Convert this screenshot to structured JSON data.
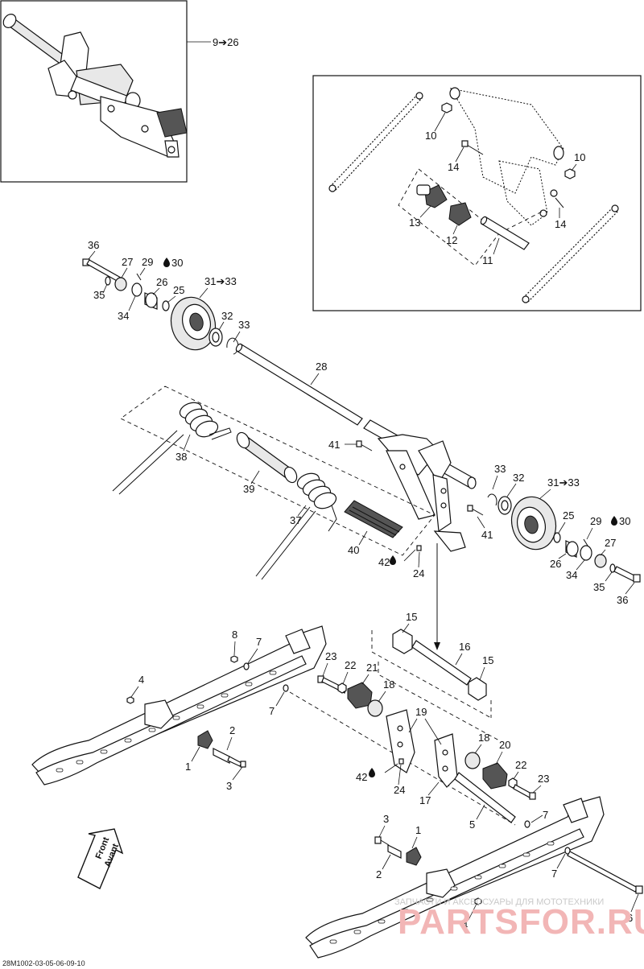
{
  "diagram": {
    "ref_code": "28M1002-03-05-06-09-10",
    "watermark_line1": "ЗАПЧАСТИ И АКСЕССУАРЫ ДЛЯ МОТОТЕХНИКИ",
    "watermark_brand": "PARTSFOR.RU",
    "front_arrow": {
      "line1": "Front",
      "line2": "Avant"
    },
    "callouts": {
      "c_9_26": "9➔26",
      "c_10a": "10",
      "c_10b": "10",
      "c_14a": "14",
      "c_14b": "14",
      "c_13": "13",
      "c_12": "12",
      "c_11": "11",
      "c_36a": "36",
      "c_27a": "27",
      "c_29a": "29",
      "c_30a": "30",
      "c_35a": "35",
      "c_26a": "26",
      "c_25a": "25",
      "c_31a": "31➔33",
      "c_34a": "34",
      "c_32a": "32",
      "c_33a": "33",
      "c_28": "28",
      "c_38": "38",
      "c_39": "39",
      "c_37": "37",
      "c_40": "40",
      "c_41a": "41",
      "c_41b": "41",
      "c_42a": "42",
      "c_24a": "24",
      "c_33b": "33",
      "c_32b": "32",
      "c_31b": "31➔33",
      "c_25b": "25",
      "c_29b": "29",
      "c_30b": "30",
      "c_26b": "26",
      "c_27b": "27",
      "c_34b": "34",
      "c_35b": "35",
      "c_36b": "36",
      "c_15a": "15",
      "c_16": "16",
      "c_15b": "15",
      "c_8": "8",
      "c_7a": "7",
      "c_7b": "7",
      "c_4a": "4",
      "c_23a": "23",
      "c_22a": "22",
      "c_21": "21",
      "c_18a": "18",
      "c_19": "19",
      "c_2a": "2",
      "c_1a": "1",
      "c_3a": "3",
      "c_18b": "18",
      "c_20": "20",
      "c_22b": "22",
      "c_23b": "23",
      "c_42b": "42",
      "c_24b": "24",
      "c_17": "17",
      "c_5": "5",
      "c_7c": "7",
      "c_3b": "3",
      "c_1b": "1",
      "c_2b": "2",
      "c_7d": "7",
      "c_4b": "4",
      "c_6": "6"
    }
  }
}
